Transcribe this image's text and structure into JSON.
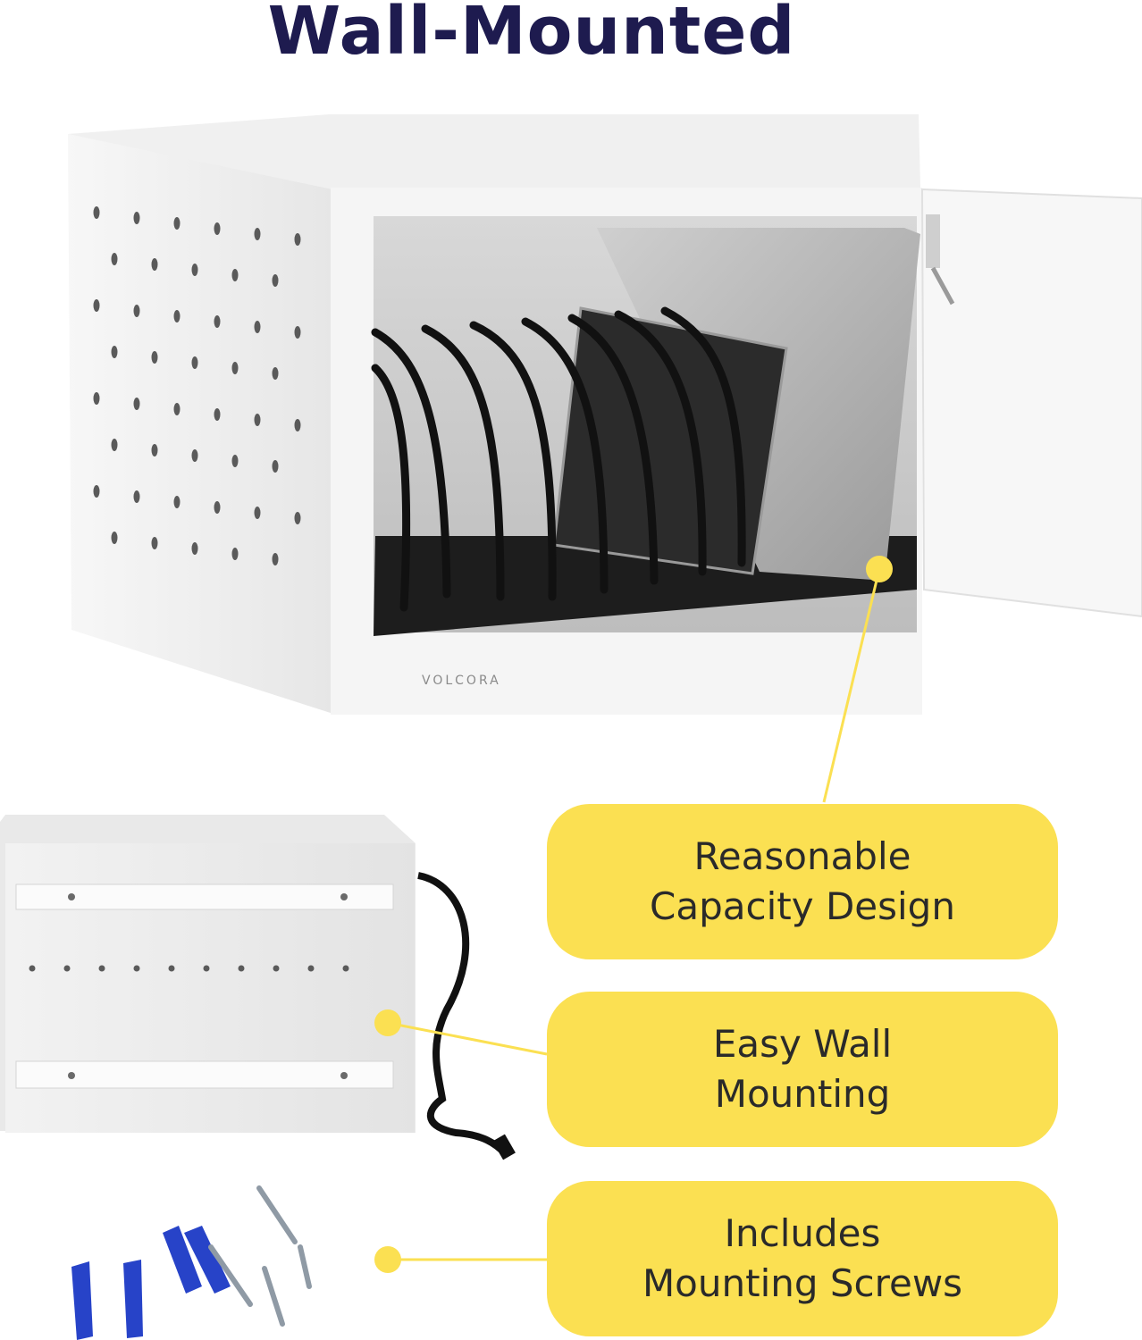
{
  "heading": "Wall-Mounted",
  "brand_mark": "VOLCORA",
  "callouts": [
    {
      "text": "Reasonable\nCapacity Design"
    },
    {
      "text": "Easy Wall\nMounting"
    },
    {
      "text": "Includes\nMounting Screws"
    }
  ],
  "colors": {
    "heading": "#1e1b4f",
    "callout_bg": "#fbe052",
    "marker": "#fbe052",
    "cabinet": "#f4f4f4",
    "anchor_blue": "#2743c8"
  }
}
